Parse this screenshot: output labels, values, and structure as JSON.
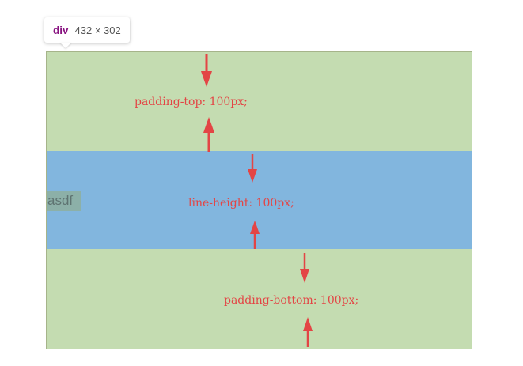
{
  "tooltip": {
    "tag": "div",
    "dimensions": "432 × 302"
  },
  "element": {
    "text": "asdf"
  },
  "annotations": {
    "padding_top": "padding-top: 100px;",
    "line_height": "line-height: 100px;",
    "padding_bottom": "padding-bottom: 100px;"
  },
  "colors": {
    "padding_highlight": "#c4dcb1",
    "content_highlight": "#82b6de",
    "annotation": "#e34545",
    "tag_name": "#881280"
  }
}
